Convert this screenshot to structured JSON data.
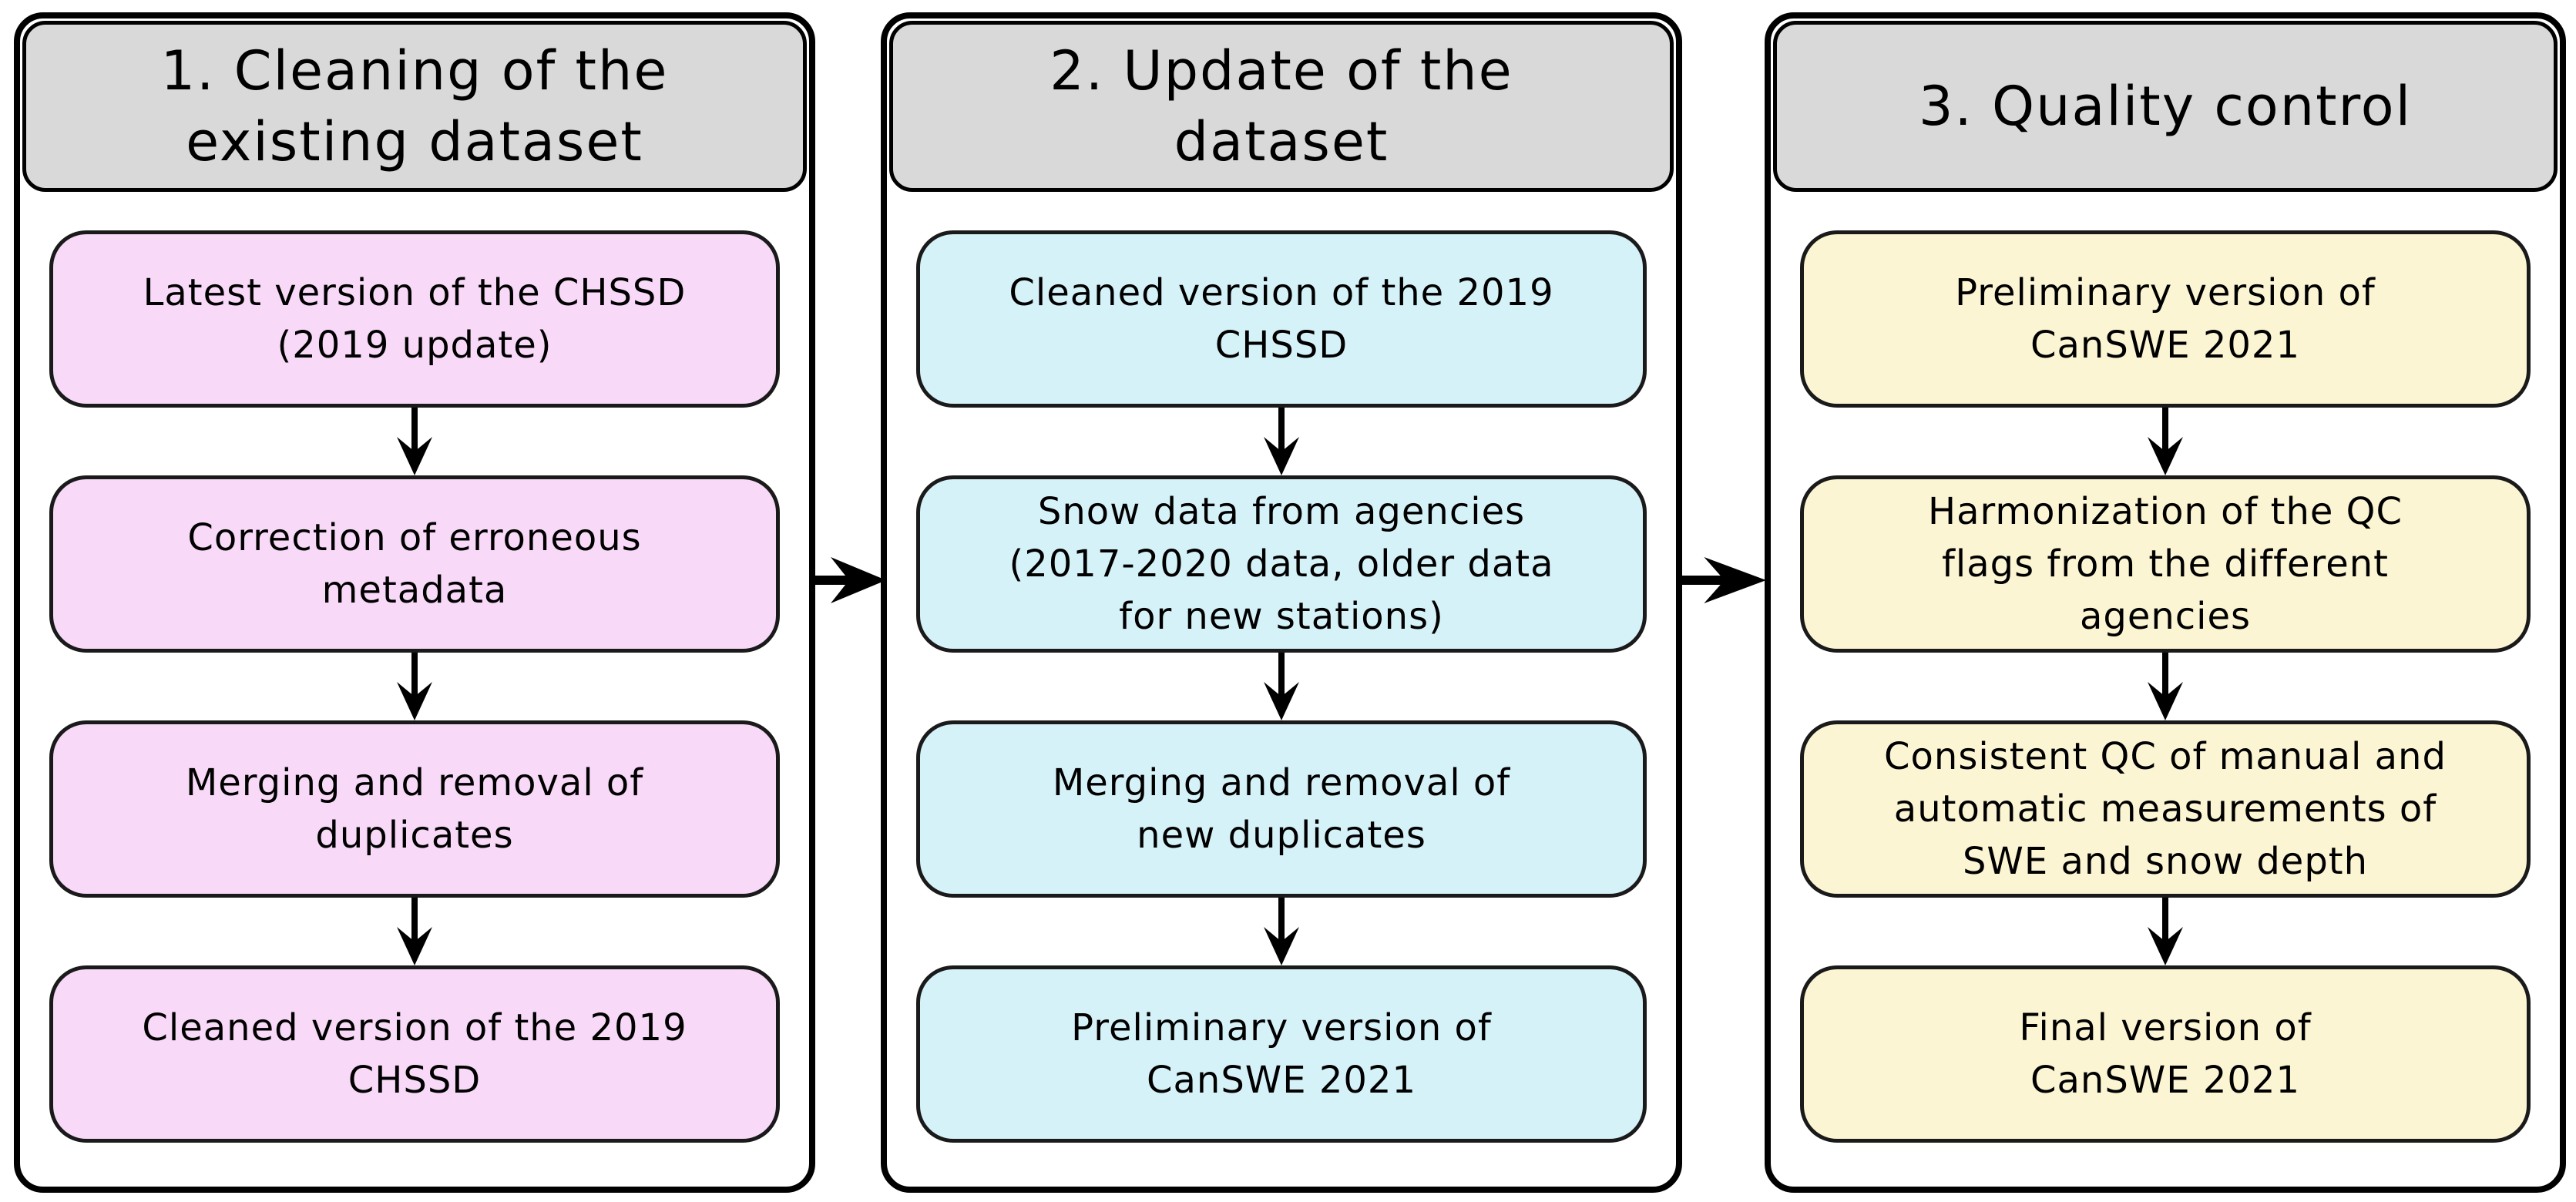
{
  "diagram": {
    "background": "#ffffff",
    "line_color": "#000000",
    "header_bg": "#d9d9d9",
    "icons": {
      "down_arrow": "▼",
      "flow_arrow": "➤"
    },
    "columns": [
      {
        "title": "1. Cleaning of the\nexisting dataset",
        "box_color": "#f8d9f8",
        "boxes": [
          "Latest version of the CHSSD\n(2019 update)",
          "Correction of erroneous\nmetadata",
          "Merging and removal of\nduplicates",
          "Cleaned version of the 2019\nCHSSD"
        ]
      },
      {
        "title": "2. Update of the\ndataset",
        "box_color": "#d6f2f9",
        "boxes": [
          "Cleaned version of the 2019\nCHSSD",
          "Snow data from agencies\n(2017-2020 data, older data\nfor new stations)",
          "Merging and removal of\nnew duplicates",
          "Preliminary version of\nCanSWE 2021"
        ]
      },
      {
        "title": "3. Quality control",
        "box_color": "#fbf5d3",
        "boxes": [
          "Preliminary version of\nCanSWE 2021",
          "Harmonization of the QC\nflags from the different\nagencies",
          "Consistent QC of manual and\nautomatic measurements of\nSWE and snow depth",
          "Final version of\nCanSWE 2021"
        ]
      }
    ]
  }
}
